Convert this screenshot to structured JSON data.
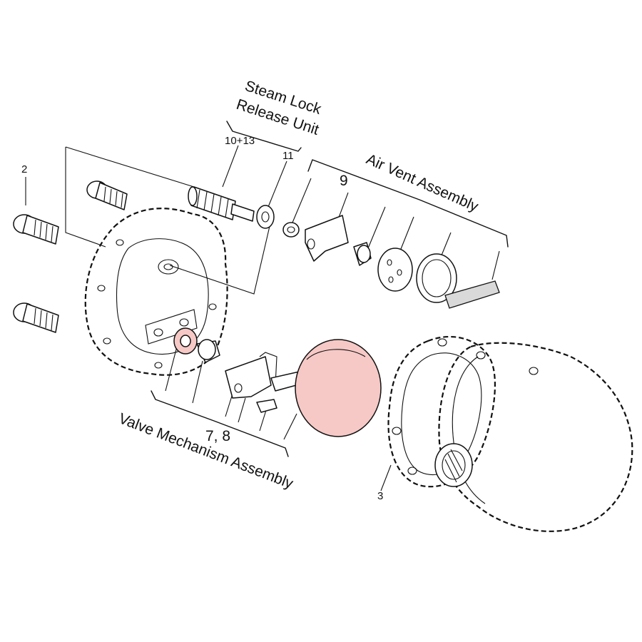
{
  "labels": {
    "steam_lock_line1": "Steam Lock",
    "steam_lock_line2": "Release Unit",
    "air_vent": "Air Vent Assembly",
    "valve_mechanism": "Valve Mechanism Assembly",
    "ref_2": "2",
    "ref_3": "3",
    "ref_9": "9",
    "ref_10_13": "10+13",
    "ref_11": "11",
    "ref_7_8": "7, 8"
  },
  "highlight_color": "#f6c9c6",
  "highlighted_parts": [
    "valve-mechanism-float",
    "valve-seat-gasket"
  ]
}
